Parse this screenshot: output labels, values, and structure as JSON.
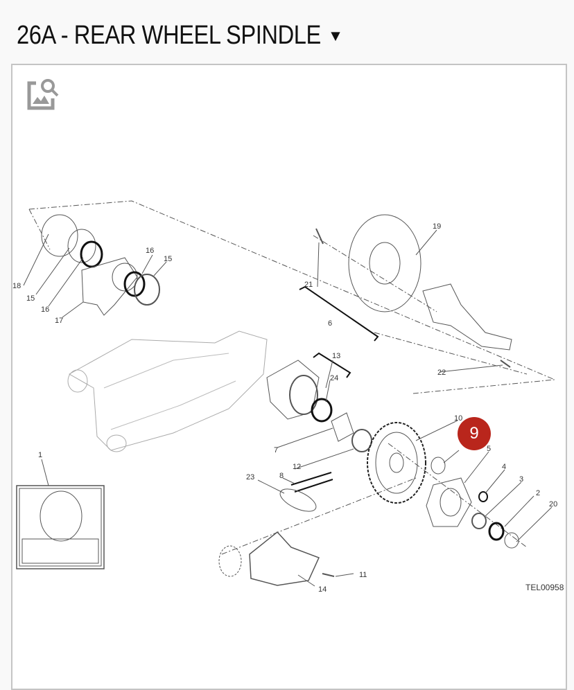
{
  "header": {
    "title": "26A - REAR WHEEL SPINDLE",
    "dropdown_icon": "caret-down-icon"
  },
  "diagram": {
    "zoom_icon": "image-search-icon",
    "code": "TEL00958",
    "selected_callout": "9",
    "accent": "#b9261c",
    "callouts": {
      "c1": "1",
      "c2": "2",
      "c3": "3",
      "c4": "4",
      "c5": "5",
      "c6": "6",
      "c7": "7",
      "c8": "8",
      "c10": "10",
      "c11": "11",
      "c12": "12",
      "c13": "13",
      "c14": "14",
      "c15a": "15",
      "c15b": "15",
      "c16a": "16",
      "c16b": "16",
      "c17": "17",
      "c18": "18",
      "c19": "19",
      "c20": "20",
      "c21": "21",
      "c22": "22",
      "c23": "23",
      "c24": "24"
    }
  }
}
